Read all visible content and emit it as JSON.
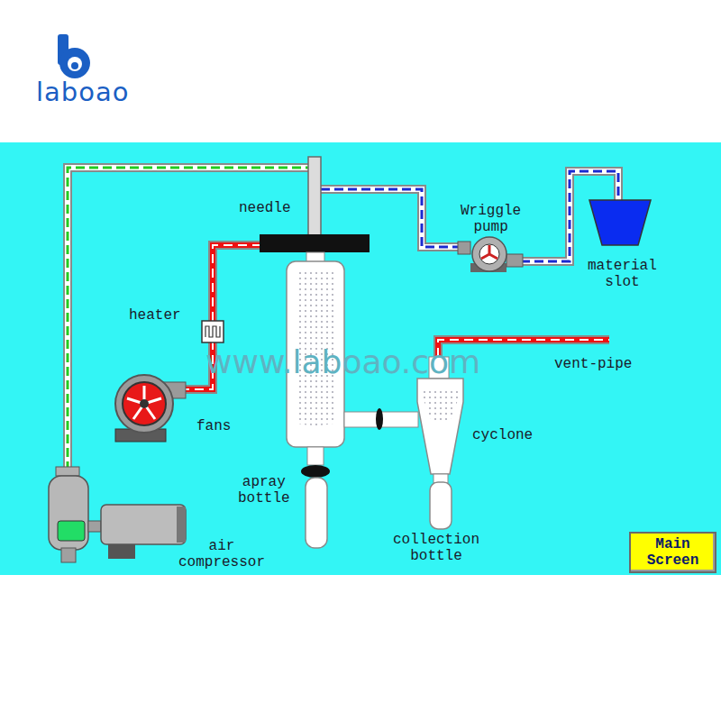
{
  "diagram": {
    "nodes": [
      {
        "text": [
          "Main Screen"
        ]
      }
    ],
    "labels": [
      "laboao",
      "needle",
      "Wriggle pump",
      "material slot",
      "heater",
      "fans",
      "apray bottle",
      "cyclone",
      "vent-pipe",
      "collection bottle",
      "air compressor",
      "www.laboao.com"
    ]
  }
}
